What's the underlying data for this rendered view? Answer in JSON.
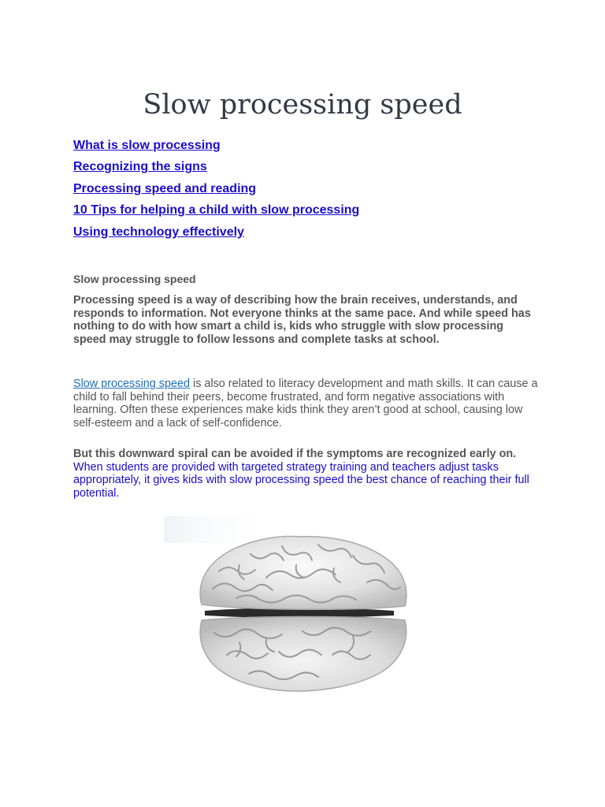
{
  "document": {
    "title": "Slow processing speed",
    "toc": [
      "What is slow processing",
      "Recognizing the signs",
      "Processing speed and reading",
      "10 Tips for helping a child with slow processing",
      "Using technology effectively"
    ],
    "section_heading": "Slow processing speed",
    "paragraph1": "Processing speed is a way of describing how the brain receives, understands, and responds to information. Not everyone thinks at the same pace. And while speed has nothing to do with how smart a child is, kids who struggle with slow processing speed may struggle to follow lessons and complete tasks at school.",
    "paragraph2": {
      "link": "Slow processing speed",
      "text": " is also related to literacy development and math skills. It can cause a child to fall behind their peers, become frustrated, and form negative associations with learning. Often these experiences make kids think they aren’t good at school, causing low self-esteem and a lack of self-confidence."
    },
    "paragraph3": {
      "bold": "But this downward spiral can be avoided if the symptoms are recognized early on.",
      "blue": " When students are provided with targeted strategy training and teachers adjust tasks appropriately, it gives kids with slow processing speed the best chance of reaching their full potential."
    },
    "image": {
      "icon": "brain-icon"
    }
  },
  "colors": {
    "link": "#1a0dcc",
    "inline_link": "#1f6fb8",
    "text": "#555555",
    "title": "#333a45"
  }
}
